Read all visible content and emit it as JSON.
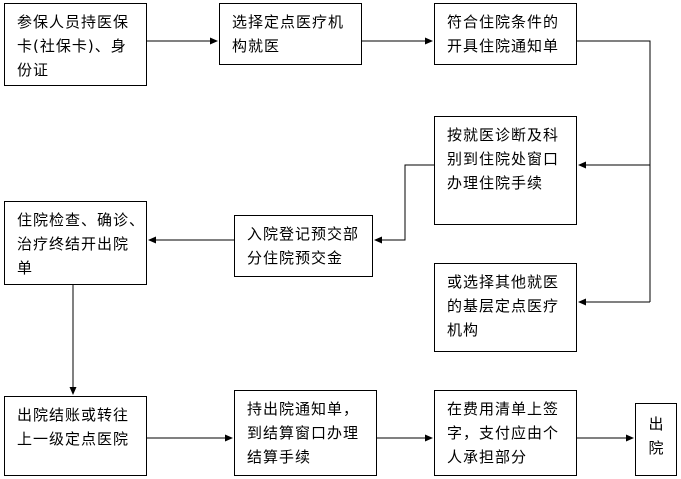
{
  "flow": {
    "step1": [
      "参保人员持医保",
      "卡(社保卡)、身",
      "份证"
    ],
    "step2": [
      "选择定点医疗机",
      "构就医"
    ],
    "step3": [
      "符合住院条件的",
      "开具住院通知单"
    ],
    "step4": [
      "按就医诊断及科",
      "别到住院处窗口",
      "办理住院手续"
    ],
    "step5": [
      "入院登记预交部",
      "分住院预交金"
    ],
    "step6": [
      "住院检查、确诊、",
      "治疗终结开出院",
      "单"
    ],
    "step7": [
      "或选择其他就医",
      "的基层定点医疗",
      "机构"
    ],
    "step8": [
      "出院结账或转往",
      "上一级定点医院"
    ],
    "step9": [
      "持出院通知单，",
      "到结算窗口办理",
      "结算手续"
    ],
    "step10": [
      "在费用清单上签",
      "字，支付应由个",
      "人承担部分"
    ],
    "step11": [
      "出",
      "院"
    ]
  }
}
